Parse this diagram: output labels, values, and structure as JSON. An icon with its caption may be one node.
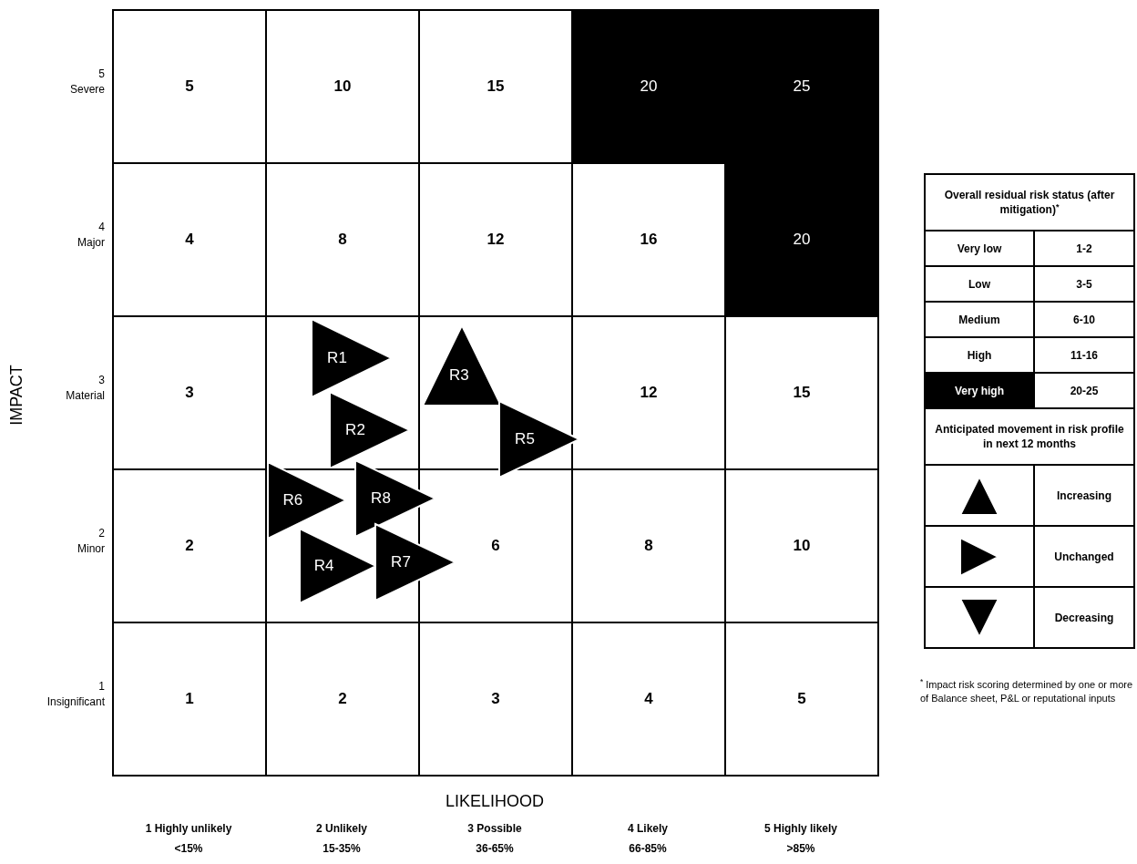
{
  "diagram": {
    "nodes": [
      {
        "text": [
          "5"
        ]
      },
      {
        "text": [
          "10"
        ]
      },
      {
        "text": [
          "15"
        ]
      },
      {
        "text": [
          "20"
        ]
      },
      {
        "text": [
          "25"
        ]
      },
      {
        "text": [
          "4"
        ]
      },
      {
        "text": [
          "8"
        ]
      },
      {
        "text": [
          "12"
        ]
      },
      {
        "text": [
          "16"
        ]
      },
      {
        "text": [
          "20"
        ]
      },
      {
        "text": [
          "3"
        ]
      },
      {
        "text": [],
        "shape": "box"
      },
      {
        "text": [],
        "shape": "box"
      },
      {
        "text": [
          "12"
        ]
      },
      {
        "text": [
          "15"
        ]
      },
      {
        "text": [
          "2"
        ]
      },
      {
        "text": [],
        "shape": "box"
      },
      {
        "text": [
          "6"
        ]
      },
      {
        "text": [
          "8"
        ]
      },
      {
        "text": [
          "10"
        ]
      },
      {
        "text": [
          "1"
        ]
      },
      {
        "text": [
          "2"
        ]
      },
      {
        "text": [
          "3"
        ]
      },
      {
        "text": [
          "4"
        ]
      },
      {
        "text": [
          "5"
        ]
      },
      {
        "text": [
          "R1"
        ],
        "in": 11
      },
      {
        "text": [
          "R3"
        ],
        "in": 12
      },
      {
        "text": [
          "R2"
        ],
        "in": 11
      },
      {
        "text": [
          "R5"
        ]
      },
      {
        "text": [
          "R6"
        ]
      },
      {
        "text": [
          "R8"
        ]
      },
      {
        "text": [
          "R4"
        ],
        "in": 16
      },
      {
        "text": [
          "R7"
        ]
      }
    ],
    "labels": [
      "5",
      "Severe",
      "4",
      "Major",
      "3",
      "Material",
      "2",
      "Minor",
      "1",
      "Insignificant",
      "IMPACT",
      "Overall residual risk status (after mitigation)$^{*}$",
      "1-2",
      "3-5",
      "6-10",
      "11-16",
      "20-25",
      "Anticipated movement in risk profile in next 12 months",
      "$^{*}$ Impact risk scoring determined by one or more of Balance sheet, P&L or reputational inputs",
      "LIKELIHOOD",
      "1 Highly unlikely",
      "<15%",
      "2 Unlikely",
      "15-35%",
      "3 Possible",
      "36-65%",
      "4 Likely",
      "66-85%",
      "5 Highly likely",
      ">85%"
    ],
    "legend": [
      {
        "text": "Very low",
        "color": "#ffffff"
      },
      {
        "text": "Low",
        "color": "#ffffff"
      },
      {
        "text": "Medium",
        "color": "#ffffff"
      },
      {
        "text": "High",
        "color": "#ffffff"
      },
      {
        "text": "Very high",
        "color": "#000000"
      },
      {
        "text": "Increasing"
      },
      {
        "text": "Unchanged"
      },
      {
        "text": "Decreasing"
      }
    ]
  }
}
